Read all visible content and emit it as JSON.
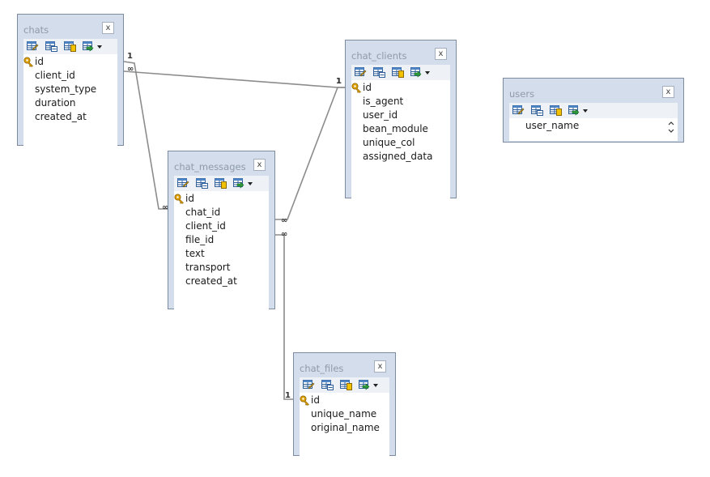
{
  "diagram": {
    "tables": [
      {
        "id": "chats",
        "name": "chats",
        "pk": "id",
        "fields": [
          "id",
          "client_id",
          "system_type",
          "duration",
          "created_at"
        ]
      },
      {
        "id": "chat_clients",
        "name": "chat_clients",
        "pk": "id",
        "fields": [
          "id",
          "is_agent",
          "user_id",
          "bean_module",
          "unique_col",
          "assigned_data"
        ]
      },
      {
        "id": "chat_messages",
        "name": "chat_messages",
        "pk": "id",
        "fields": [
          "id",
          "chat_id",
          "client_id",
          "file_id",
          "text",
          "transport",
          "created_at"
        ]
      },
      {
        "id": "chat_files",
        "name": "chat_files",
        "pk": "id",
        "fields": [
          "id",
          "unique_name",
          "original_name"
        ]
      },
      {
        "id": "users",
        "name": "users",
        "pk": "",
        "fields": [
          "user_name"
        ]
      }
    ],
    "relations": [
      {
        "from": "chats",
        "to": "chat_clients",
        "from_label": "∞",
        "to_label": "1"
      },
      {
        "from": "chats",
        "to": "chat_messages",
        "from_label": "1",
        "to_label": "∞"
      },
      {
        "from": "chat_clients",
        "to": "chat_messages",
        "from_label": "1",
        "to_label": "∞"
      },
      {
        "from": "chat_files",
        "to": "chat_messages",
        "from_label": "1",
        "to_label": "∞"
      }
    ],
    "close_label": "x",
    "colors": {
      "frame": "#d3ddeb",
      "border": "#7d8ba0",
      "title": "#8f9bab",
      "line": "#8c8c8c",
      "key": "#e0a100"
    },
    "toolbar_icons": [
      "edit-table-icon",
      "table-data-icon",
      "table-properties-icon",
      "add-field-icon"
    ]
  }
}
